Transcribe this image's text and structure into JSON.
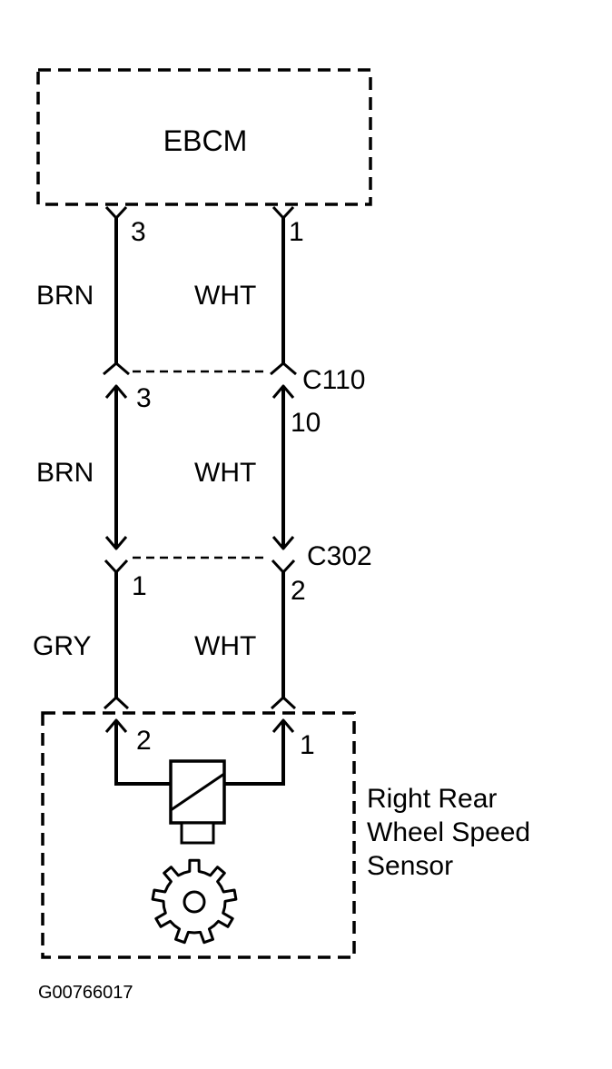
{
  "ebcm": {
    "label": "EBCM"
  },
  "pins": {
    "ebcm_brn": "3",
    "ebcm_wht": "1",
    "c110_brn": "3",
    "c110_wht": "10",
    "c302_gry": "1",
    "c302_wht": "2",
    "sensor_gry": "2",
    "sensor_wht": "1"
  },
  "connectors": {
    "c110": "C110",
    "c302": "C302"
  },
  "wires": {
    "upper_left": "BRN",
    "upper_right": "WHT",
    "middle_left": "BRN",
    "middle_right": "WHT",
    "lower_left": "GRY",
    "lower_right": "WHT"
  },
  "sensor": {
    "label_line1": "Right Rear",
    "label_line2": "Wheel Speed",
    "label_line3": "Sensor"
  },
  "figure_id": "G00766017",
  "icons": [
    "wheel-speed-sensor-icon",
    "tone-wheel-gear-icon"
  ]
}
